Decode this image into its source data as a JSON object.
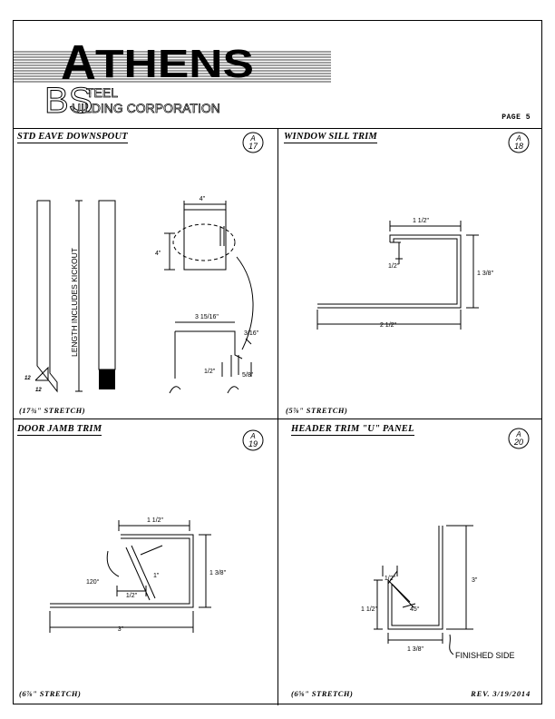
{
  "header": {
    "logo_word": "THENS",
    "logo_initial": "A",
    "logo_line_steel": "TEEL",
    "logo_line_building": "UILDING CORPORATION",
    "logo_initials": "BS",
    "page_label": "PAGE 5"
  },
  "panels": [
    {
      "title": "STD EAVE DOWNSPOUT",
      "badge_letter": "A",
      "badge_number": "17",
      "stretch": "(17¾\"  STRETCH)"
    },
    {
      "title": "WINDOW SILL TRIM",
      "badge_letter": "A",
      "badge_number": "18",
      "stretch": "(5⅞\"  STRETCH)"
    },
    {
      "title": "DOOR JAMB TRIM",
      "badge_letter": "A",
      "badge_number": "19",
      "stretch": "(6⅞\"  STRETCH)"
    },
    {
      "title": "HEADER TRIM   \"U\" PANEL",
      "badge_letter": "A",
      "badge_number": "20",
      "stretch": "(6⅝\"  STRETCH)"
    }
  ],
  "dims": {
    "a17_width": "4\"",
    "a17_height": "4\"",
    "a17_length": "LENGTH INCLUDES KICKOUT",
    "a17_slope_a": "12",
    "a17_slope_b": "12",
    "a17_d1": "3 15/16\"",
    "a17_d2": "3/16\"",
    "a17_d3": "1/2\"",
    "a17_d4": "5/8\"",
    "a18_top": "1 1/2\"",
    "a18_lip": "1/2\"",
    "a18_height": "1 3/8\"",
    "a18_bottom": "2 1/2\"",
    "a19_top": "1 1/2\"",
    "a19_diag": "1\"",
    "a19_angle": "120°",
    "a19_height": "1 3/8\"",
    "a19_inner": "1/2\"",
    "a19_bottom": "3\"",
    "a20_height": "3\"",
    "a20_small": "1/2\"",
    "a20_angle": "45°",
    "a20_left": "1 1/2\"",
    "a20_bottom": "1 3/8\"",
    "a20_note": "FINISHED SIDE"
  },
  "footer": {
    "revision": "REV. 3/19/2014"
  }
}
